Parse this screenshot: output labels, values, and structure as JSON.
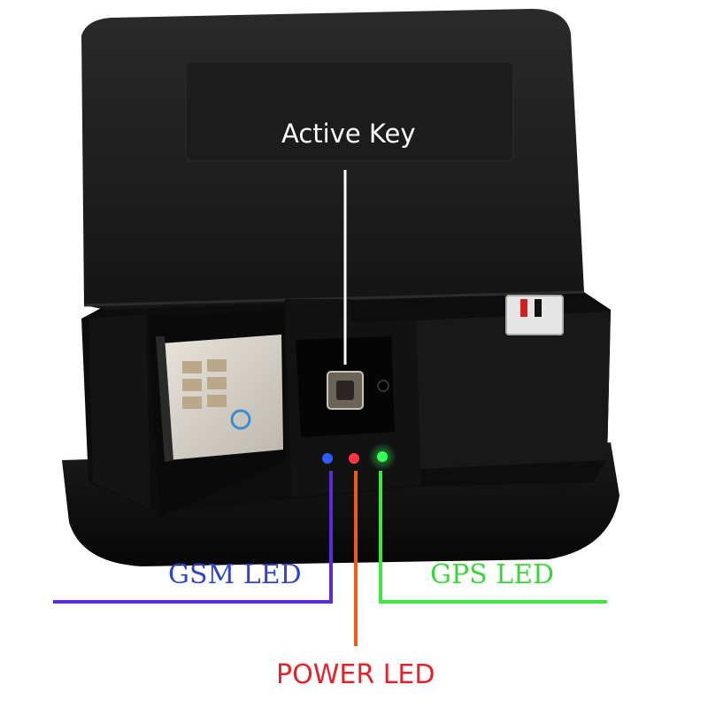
{
  "labels": {
    "active_key": "Active Key",
    "gsm_led": "GSM LED",
    "gps_led": "GPS LED",
    "power_led": "POWER LED"
  },
  "colors": {
    "gsm_line": "#5a2cd6",
    "power_line": "#f05a14",
    "gps_line": "#3ee83e",
    "gsm_text": "#3344cc",
    "gps_text": "#3bd63b",
    "power_text": "#e0242c",
    "active_key_text": "#ffffff",
    "led_blue": "#2f5bff",
    "led_red": "#ff3344",
    "led_green": "#33ff55"
  }
}
